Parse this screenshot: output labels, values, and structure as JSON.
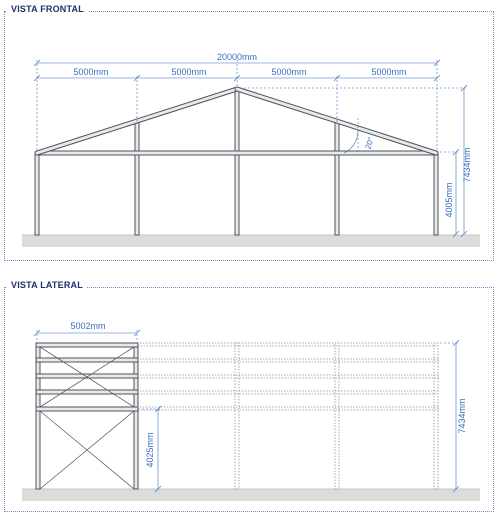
{
  "front_view": {
    "title": "VISTA FRONTAL",
    "total_span": "20000mm",
    "bay_spans": [
      "5000mm",
      "5000mm",
      "5000mm",
      "5000mm"
    ],
    "roof_angle": "20°",
    "total_height": "7434mm",
    "eave_height": "4005mm"
  },
  "side_view": {
    "title": "VISTA LATERAL",
    "bay_width": "5002mm",
    "total_height": "7434mm",
    "eave_height": "4025mm"
  },
  "colors": {
    "frame_stroke": "#4f5358",
    "frame_fill": "#e7e9eb",
    "dimension": "#3b6fc1",
    "ground": "#dcdcdc",
    "panel_border": "#6f8fc9",
    "title": "#1f2f68"
  }
}
